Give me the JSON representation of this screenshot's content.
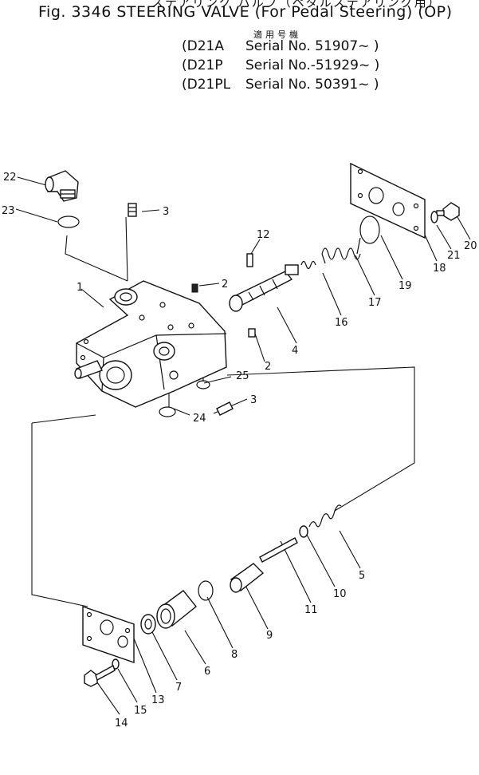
{
  "header": {
    "title_jp": "ステアリング バルブ（ペダルステアリング用）",
    "title": "Fig. 3346 STEERING VALVE (For Pedal Steering) (OP)",
    "applicable_label_jp": "適用号機",
    "serials": [
      {
        "model": "(D21A",
        "serial": "Serial No. 51907~ )"
      },
      {
        "model": "(D21P",
        "serial": "Serial No.-51929~ )"
      },
      {
        "model": "(D21PL",
        "serial": "Serial No. 50391~ )"
      }
    ]
  },
  "callouts": [
    "22",
    "23",
    "3",
    "12",
    "20",
    "21",
    "18",
    "19",
    "17",
    "16",
    "1",
    "2",
    "4",
    "2",
    "25",
    "3",
    "24",
    "5",
    "10",
    "11",
    "9",
    "8",
    "6",
    "7",
    "13",
    "15",
    "14"
  ]
}
